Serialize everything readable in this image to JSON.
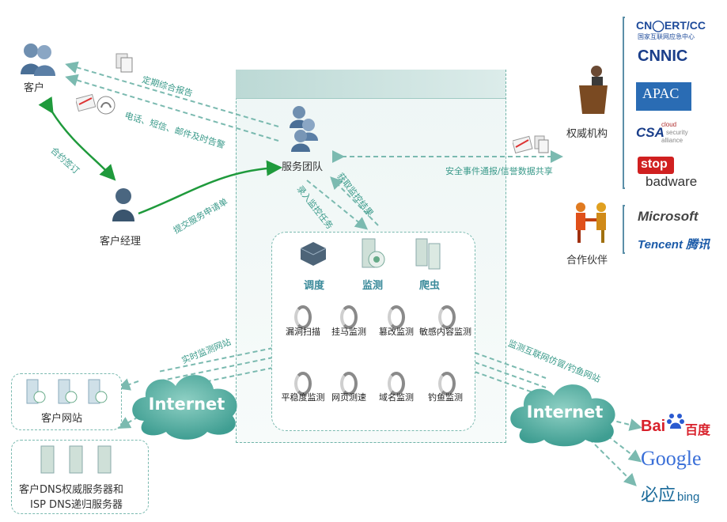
{
  "nodes": {
    "customer": "客户",
    "account_manager": "客户经理",
    "service_team": "服务团队",
    "authority": "权威机构",
    "partner": "合作伙伴",
    "customer_website": "客户网站",
    "dns_line1": "客户DNS权威服务器和",
    "dns_line2": "ISP DNS递归服务器"
  },
  "arrows": {
    "periodic_report": "定期综合报告",
    "alerts": "电话、短信、邮件及时告警",
    "contract": "合约签订",
    "submit_request": "提交服务申请单",
    "get_results": "获取监控结果",
    "enter_tasks": "录入监控任务",
    "share": "安全事件通报/信誉数据共享",
    "realtime": "实时监测网站",
    "monitor_phishing": "监测互联网仿冒/钓鱼网站"
  },
  "tools": {
    "schedule": "调度",
    "monitor": "监测",
    "crawler": "爬虫"
  },
  "services": [
    "漏洞扫描",
    "挂马监测",
    "篡改监测",
    "敏感内容监测",
    "平稳度监测",
    "网页测速",
    "域名监测",
    "钓鱼监测"
  ],
  "clouds": {
    "left": "Internet",
    "right": "Internet"
  },
  "authorities": {
    "cncert_top": "CN◯ERT/CC",
    "cncert_sub": "国家互联网应急中心",
    "cnnic": "CNNIC",
    "apac": "APAC",
    "csa": "CSA",
    "csa_sub1": "cloud",
    "csa_sub2": "security",
    "csa_sub3": "alliance",
    "stop": "stop",
    "badware": "badware"
  },
  "partners": {
    "microsoft": "Microsoft",
    "tencent": "Tencent 腾讯"
  },
  "search_engines": {
    "baidu": "Bai",
    "baidu_cn": "百度",
    "google": "Google",
    "bing_cn": "必应",
    "bing": "bing"
  },
  "colors": {
    "teal": "#3a9a8a",
    "arrow": "#7bbab0",
    "green": "#2aa34a"
  }
}
